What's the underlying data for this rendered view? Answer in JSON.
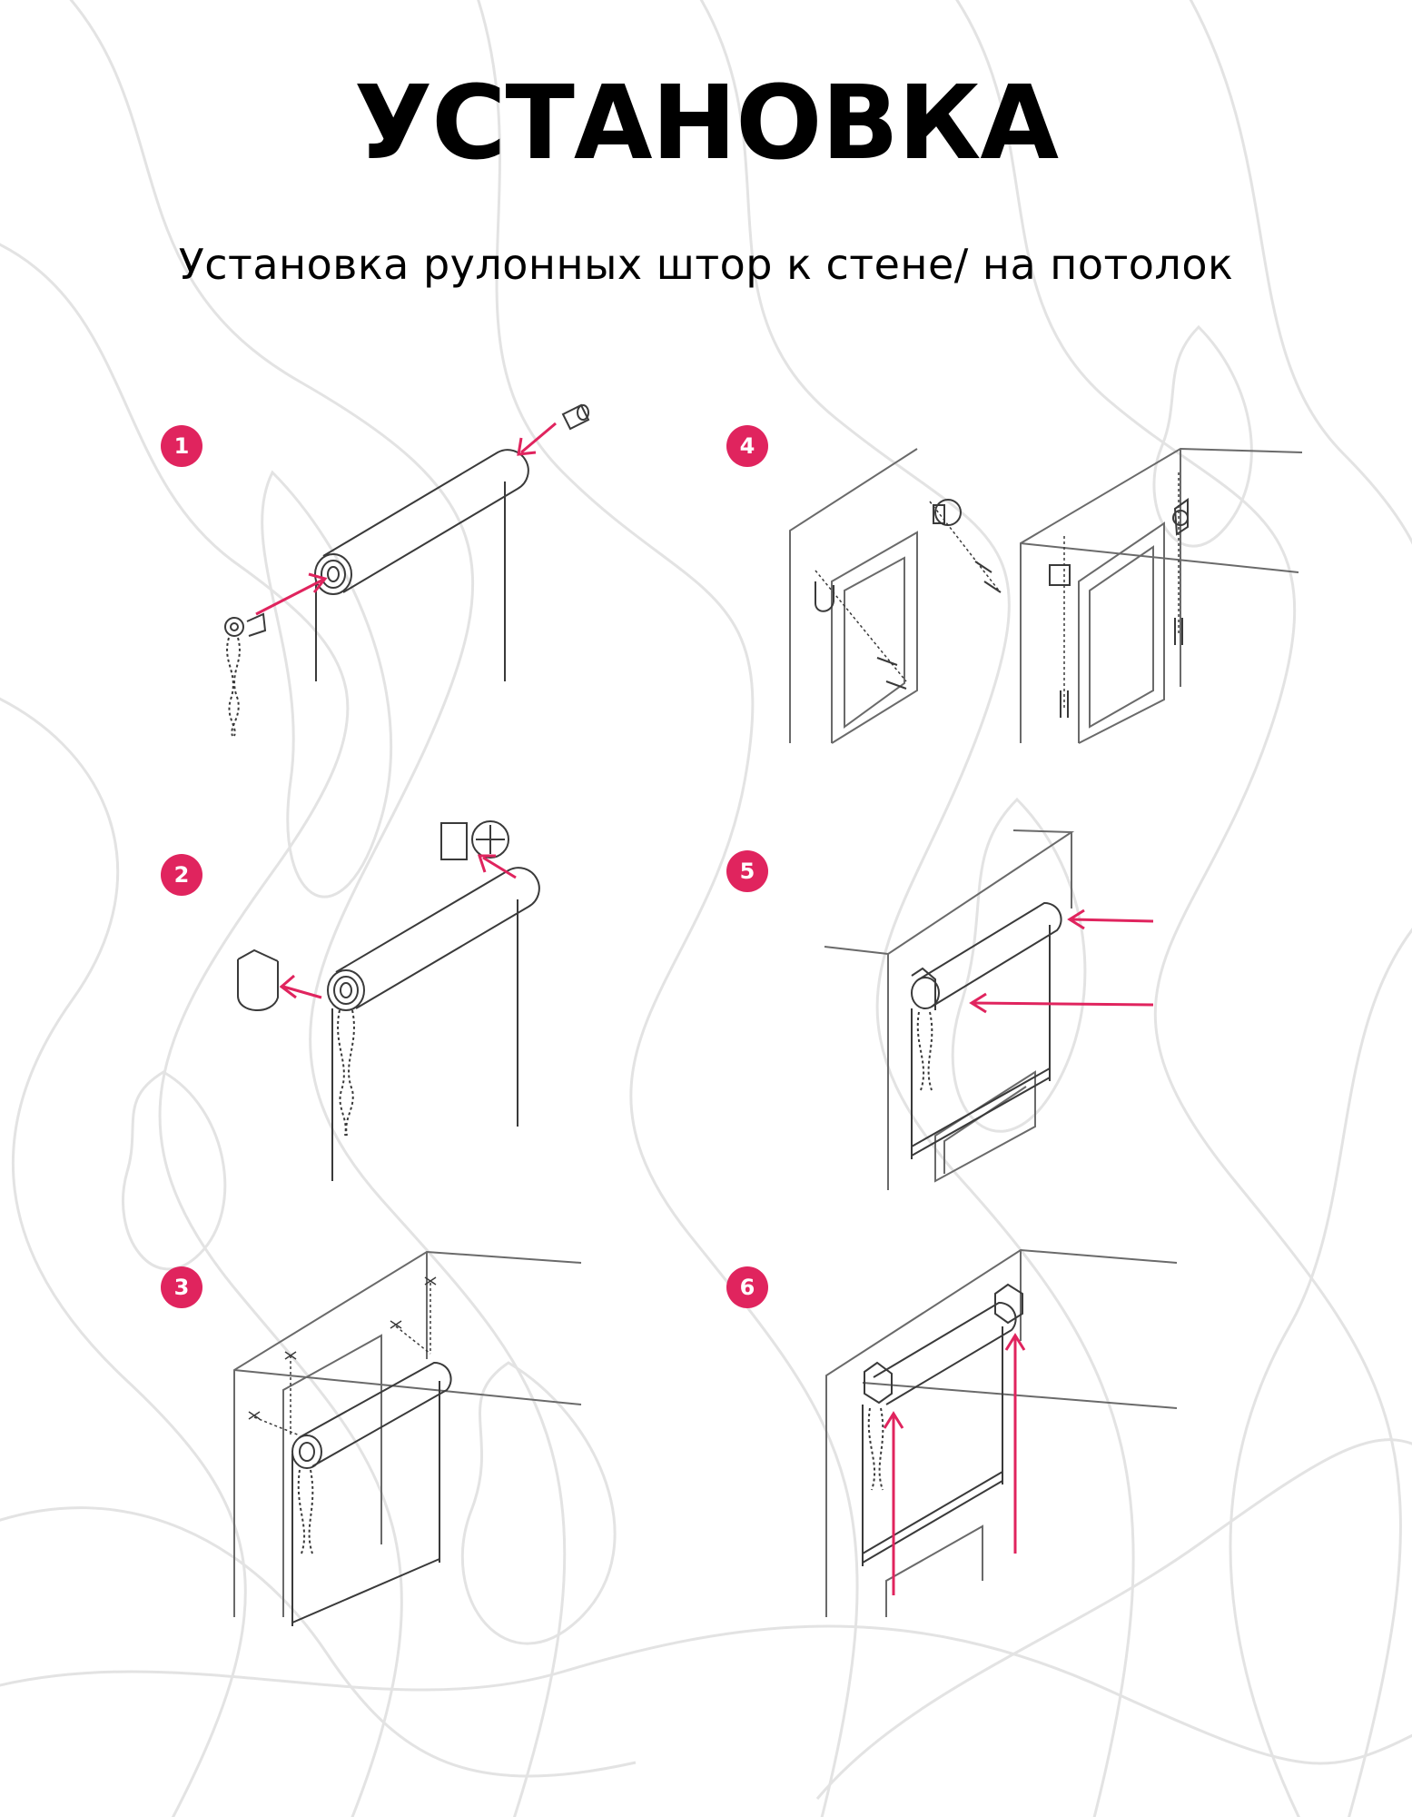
{
  "page": {
    "title": "УСТАНОВКА",
    "subtitle": "Установка рулонных штор к стене/ на потолок"
  },
  "colors": {
    "accent": "#e0245e",
    "line": "#3a3a3a",
    "background_pattern": "#e4e4e4"
  },
  "steps": [
    {
      "number": "1"
    },
    {
      "number": "2"
    },
    {
      "number": "3"
    },
    {
      "number": "4"
    },
    {
      "number": "5"
    },
    {
      "number": "6"
    }
  ]
}
